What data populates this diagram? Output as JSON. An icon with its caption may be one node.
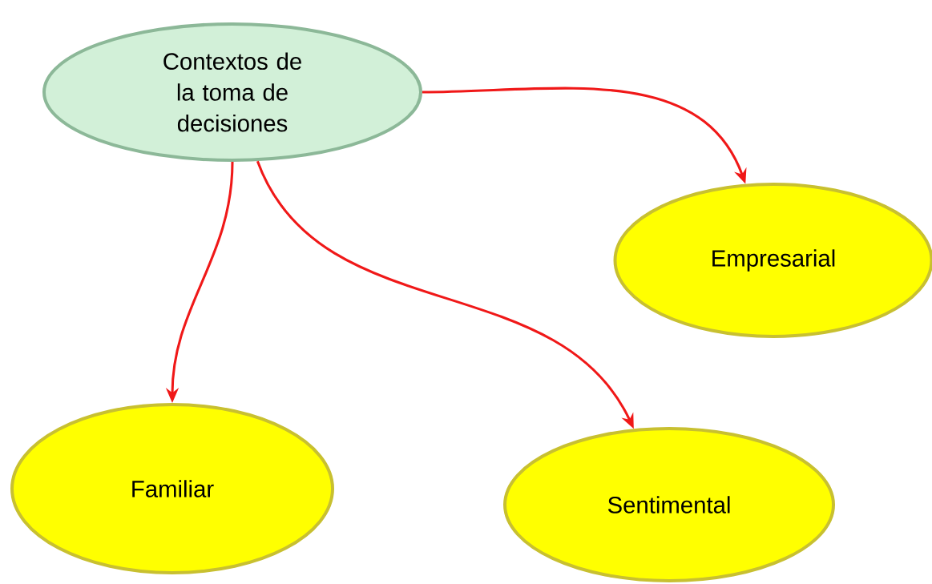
{
  "diagram": {
    "nodes": [
      {
        "text": [
          "Contextos de la toma de decisiones"
        ]
      },
      {
        "text": [
          "Empresarial"
        ]
      },
      {
        "text": [
          "Familiar"
        ]
      },
      {
        "text": [
          "Sentimental"
        ]
      }
    ],
    "edges": [
      {
        "from": 0,
        "to": 1,
        "arrow": "to"
      },
      {
        "from": 0,
        "to": 2,
        "arrow": "to"
      },
      {
        "from": 0,
        "to": 3,
        "arrow": "to"
      }
    ]
  }
}
